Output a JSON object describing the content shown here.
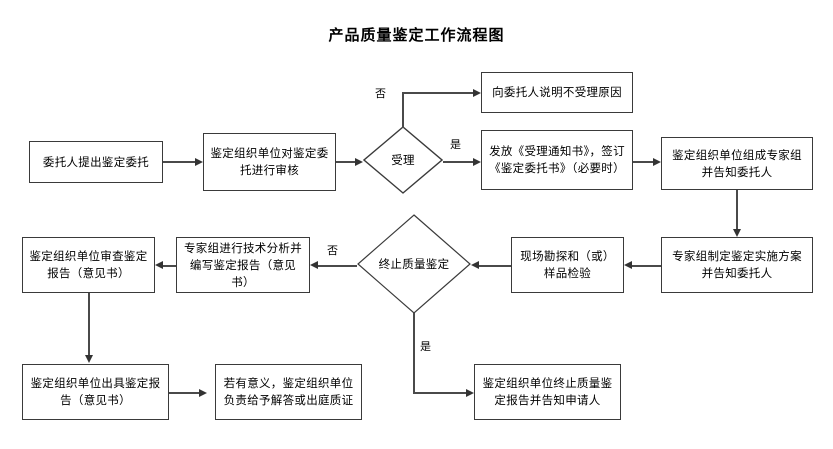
{
  "title": "产品质量鉴定工作流程图",
  "nodes": [
    {
      "id": "n1",
      "label": "委托人提出鉴定委托"
    },
    {
      "id": "n2",
      "label": "鉴定组织单位对鉴定委托进行审核"
    },
    {
      "id": "n3",
      "label": "向委托人说明不受理原因"
    },
    {
      "id": "n4",
      "label": "发放《受理通知书》，签订《鉴定委托书》（必要时）"
    },
    {
      "id": "n5",
      "label": "鉴定组织单位组成专家组并告知委托人"
    },
    {
      "id": "n6",
      "label": "专家组制定鉴定实施方案并告知委托人"
    },
    {
      "id": "n7",
      "label": "现场勘探和（或）样品检验"
    },
    {
      "id": "n8",
      "label": "专家组进行技术分析并编写鉴定报告（意见书）"
    },
    {
      "id": "n9",
      "label": "鉴定组织单位审查鉴定报告（意见书）"
    },
    {
      "id": "n10",
      "label": "鉴定组织单位出具鉴定报告（意见书）"
    },
    {
      "id": "n11",
      "label": "若有意义，鉴定组织单位负责给予解答或出庭质证"
    },
    {
      "id": "n12",
      "label": "鉴定组织单位终止质量鉴定报告并告知申请人"
    }
  ],
  "decisions": [
    {
      "id": "d1",
      "label": "受理"
    },
    {
      "id": "d2",
      "label": "终止质量鉴定"
    }
  ],
  "edge_labels": {
    "d1_no": "否",
    "d1_yes": "是",
    "d2_no": "否",
    "d2_yes": "是"
  },
  "colors": {
    "border": "#3a3a3a",
    "line": "#4a4a4a",
    "arrow": "#333333",
    "background": "#ffffff",
    "text": "#000000"
  }
}
